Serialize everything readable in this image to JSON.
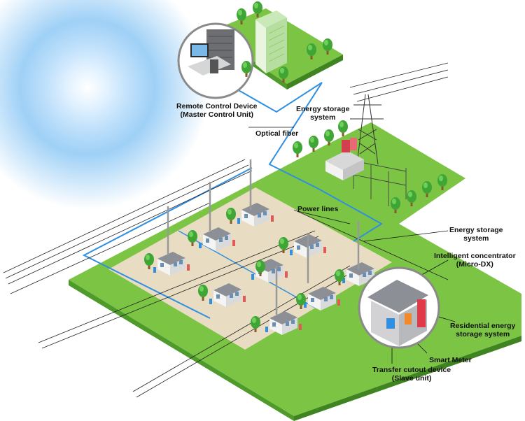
{
  "labels": {
    "remote_control": {
      "line1": "Remote Control Device",
      "line2": "(Master Control Unit)"
    },
    "energy_storage_top": {
      "line1": "Energy storage",
      "line2": "system"
    },
    "optical_fiber": "Optical fiber",
    "power_lines": "Power lines",
    "energy_storage_right": {
      "line1": "Energy storage",
      "line2": "system"
    },
    "intelligent_concentrator": {
      "line1": "Intelligent concentrator",
      "line2": "(Micro-DX)"
    },
    "residential_storage": {
      "line1": "Residential energy",
      "line2": "storage system"
    },
    "smart_meter": "Smart Meter",
    "transfer_cutout": {
      "line1": "Transfer cutout device",
      "line2": "(Slave unit)"
    }
  },
  "colors": {
    "grass": "#7cc443",
    "grass_side": "#4e9a2a",
    "ground": "#e8dcc3",
    "fiber": "#2f8fe0",
    "tree": "#3fa535",
    "sky": "#8ec8f5"
  }
}
